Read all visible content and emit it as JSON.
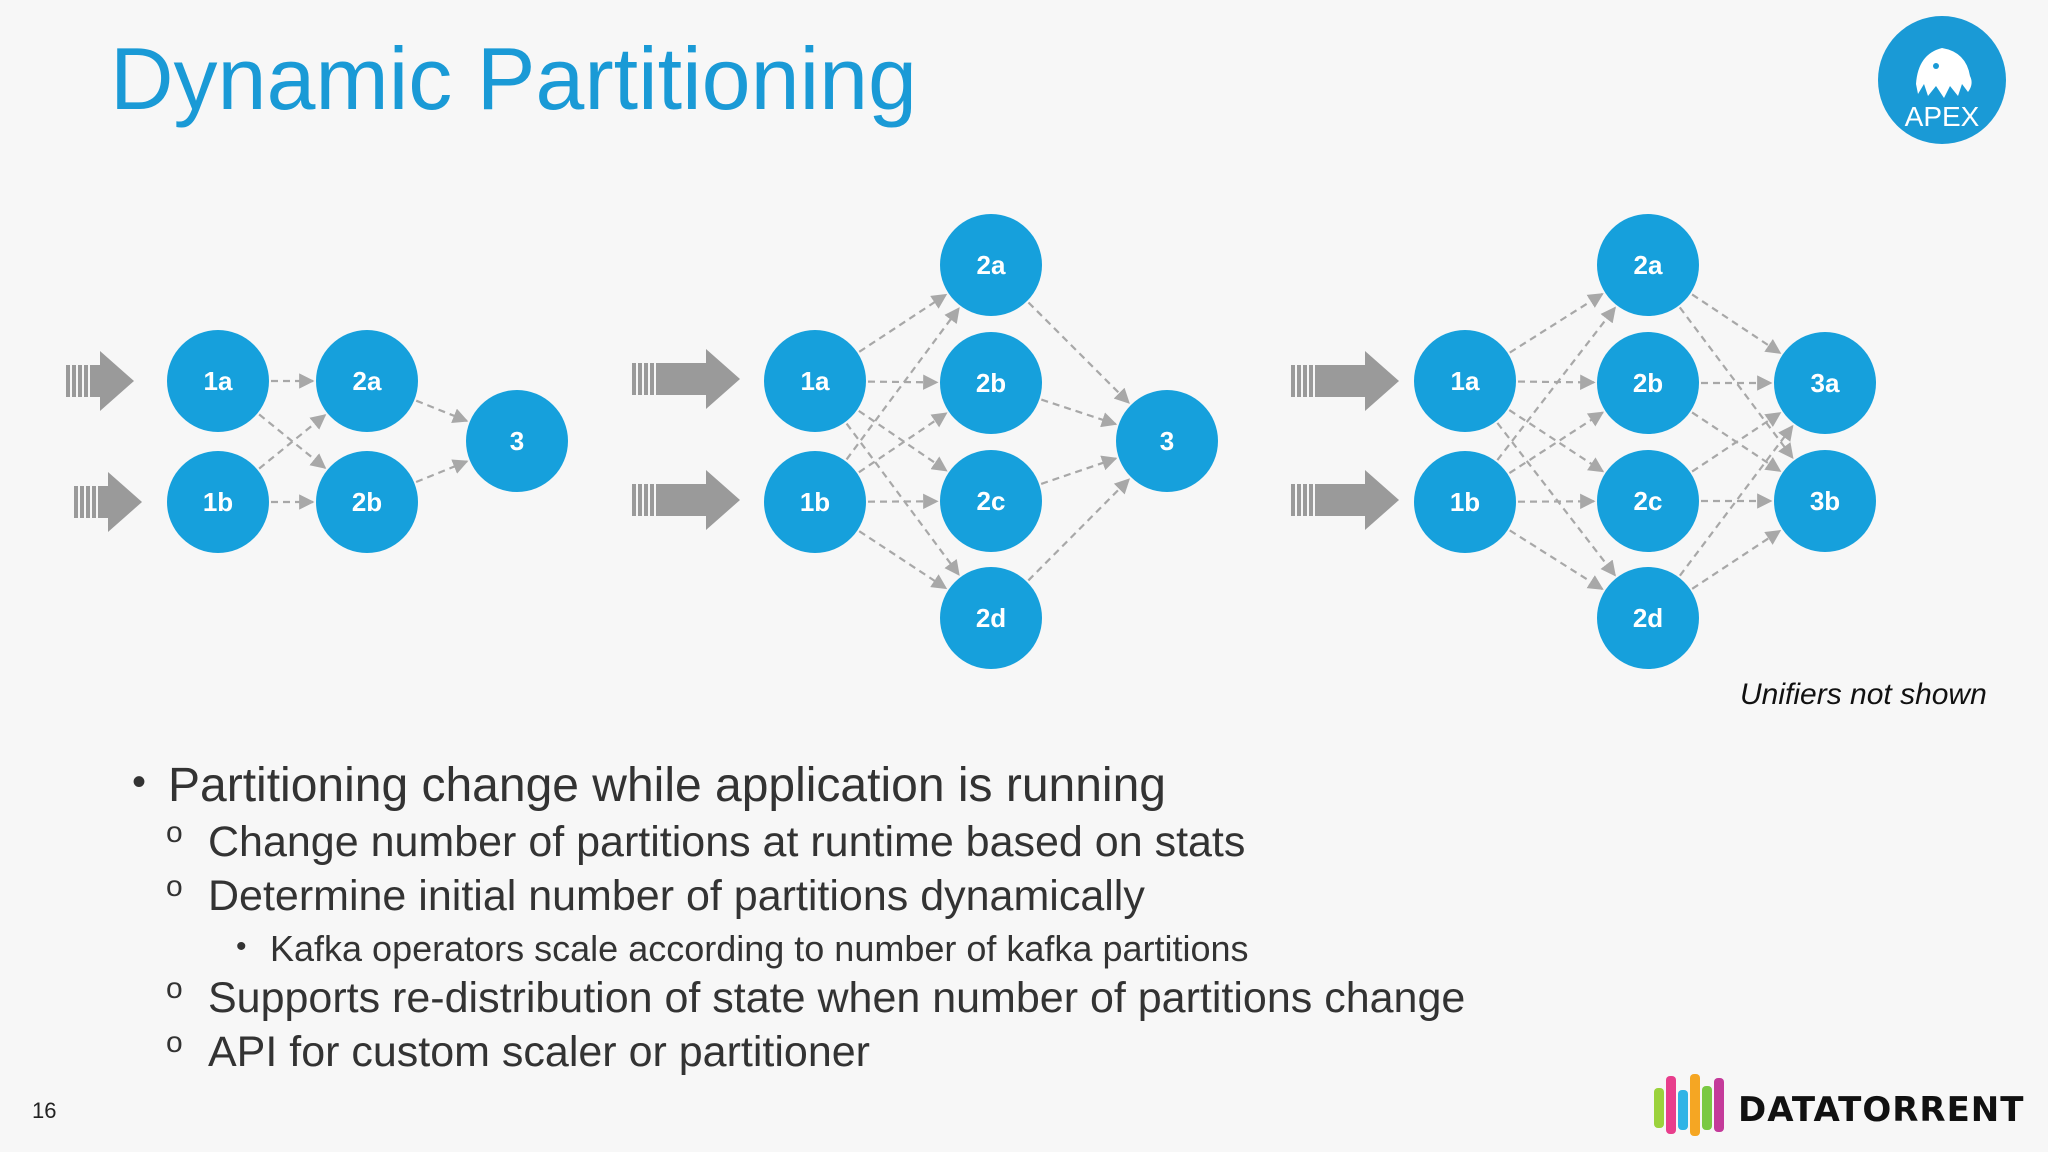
{
  "slide": {
    "title": "Dynamic Partitioning",
    "page_number": "16",
    "note": "Unifiers not shown",
    "apex_logo_text": "APEX",
    "brand_logo_text": "DataTorrent",
    "accent_color": "#1a9ad6",
    "node_color": "#16a0dc"
  },
  "diagrams": [
    {
      "nodes": [
        "1a",
        "1b",
        "2a",
        "2b",
        "3"
      ]
    },
    {
      "nodes": [
        "1a",
        "1b",
        "2a",
        "2b",
        "2c",
        "2d",
        "3"
      ]
    },
    {
      "nodes": [
        "1a",
        "1b",
        "2a",
        "2b",
        "2c",
        "2d",
        "3a",
        "3b"
      ]
    }
  ],
  "bullets": [
    {
      "level": 1,
      "marker": "•",
      "text": "Partitioning change while application is running"
    },
    {
      "level": 2,
      "marker": "o",
      "text": "Change number of partitions at runtime based on stats"
    },
    {
      "level": 2,
      "marker": "o",
      "text": "Determine initial number of partitions dynamically"
    },
    {
      "level": 3,
      "marker": "•",
      "text": "Kafka operators scale according to number of kafka partitions"
    },
    {
      "level": 2,
      "marker": "o",
      "text": "Supports re-distribution of state when number of partitions change"
    },
    {
      "level": 2,
      "marker": "o",
      "text": "API for custom scaler or partitioner"
    }
  ]
}
